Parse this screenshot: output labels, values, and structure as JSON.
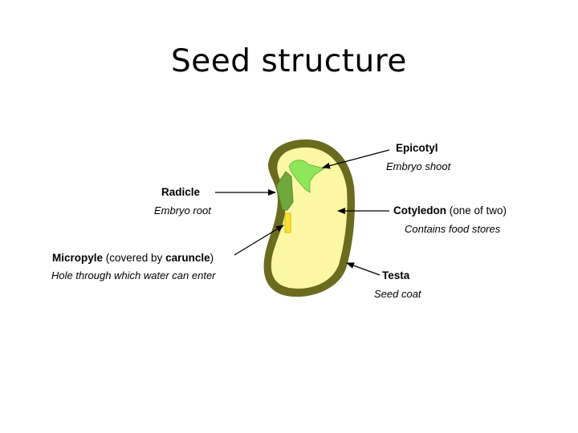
{
  "title": "Seed structure",
  "colors": {
    "testa": "#6b6b1f",
    "cotyledon": "#fbf7a3",
    "embryo_dark": "#6fa83a",
    "embryo_light": "#8ee65a",
    "micropyle": "#ffe233",
    "arrow": "#000000"
  },
  "labels": {
    "epicotyl": {
      "name": "Epicotyl",
      "desc": "Embryo shoot"
    },
    "radicle": {
      "name": "Radicle",
      "desc": "Embryo root"
    },
    "cotyledon": {
      "name": "Cotyledon",
      "note": " (one of two)",
      "desc": "Contains food stores"
    },
    "micropyle": {
      "name": "Micropyle",
      "note_pre": " (covered by ",
      "note_bold": "caruncle",
      "note_post": ")",
      "desc": "Hole through which water can enter"
    },
    "testa": {
      "name": "Testa",
      "desc": "Seed coat"
    }
  }
}
